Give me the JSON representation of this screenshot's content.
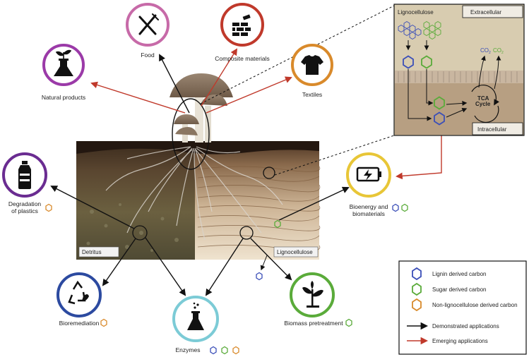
{
  "applications": {
    "natural_products": "Natural products",
    "food": "Food",
    "composite_materials": "Composite materials",
    "textiles": "Textiles",
    "degradation_of_plastics_line1": "Degradation",
    "degradation_of_plastics_line2": "of plastics",
    "bioenergy_line1": "Bioenergy and",
    "bioenergy_line2": "biomaterials",
    "bioremediation": "Bioremediation",
    "enzymes": "Enzymes",
    "biomass_pretreatment": "Biomass pretreatment"
  },
  "soil": {
    "detritus": "Detritus",
    "lignocellulose": "Lignocellulose"
  },
  "inset": {
    "title": "Lignocellulose",
    "extracellular": "Extracellular",
    "intracellular": "Intracellular",
    "co2_a": "CO",
    "co2_b": "CO",
    "co2_sub": "2",
    "tca_line1": "TCA",
    "tca_line2": "Cycle"
  },
  "legend": {
    "lignin": "Lignin derived carbon",
    "sugar": "Sugar derived carbon",
    "non_ligno": "Non-lignocellulose derived carbon",
    "demonstrated": "Demonstrated applications",
    "emerging": "Emerging applications"
  },
  "colors": {
    "lignin": "#3b4fb8",
    "sugar": "#5aab3a",
    "non_ligno": "#d98a2b",
    "emerging": "#c0392b",
    "demonstrated": "#111111"
  },
  "icons": {
    "natural_products": "flask-plant-icon",
    "food": "fork-knife-icon",
    "composite_materials": "brick-wall-icon",
    "textiles": "tshirt-icon",
    "degradation_of_plastics": "plastic-bottle-icon",
    "bioenergy": "battery-charge-icon",
    "bioremediation": "recycle-leaf-icon",
    "enzymes": "flask-bubbles-icon",
    "biomass_pretreatment": "sprout-icon"
  }
}
